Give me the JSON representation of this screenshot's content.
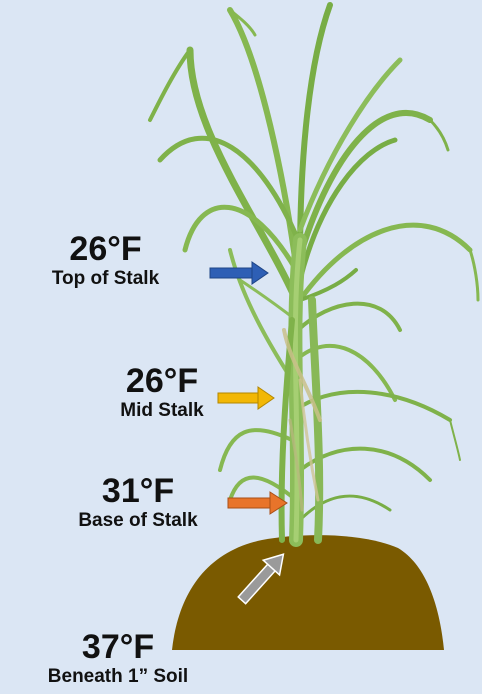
{
  "labels": {
    "top": {
      "temp": "26°F",
      "place": "Top of Stalk"
    },
    "mid": {
      "temp": "26°F",
      "place": "Mid Stalk"
    },
    "base": {
      "temp": "31°F",
      "place": "Base of Stalk"
    },
    "soil": {
      "temp": "37°F",
      "place": "Beneath 1” Soil"
    }
  },
  "colors": {
    "background": "#dbe6f4",
    "soil": "#7a5a00",
    "leaf": "#7fb24a",
    "stalk": "#8cbd5a",
    "arrow_top": "#2e5fb5",
    "arrow_mid": "#f2b705",
    "arrow_base": "#e8742a",
    "arrow_soil": "#9a9a9a"
  }
}
